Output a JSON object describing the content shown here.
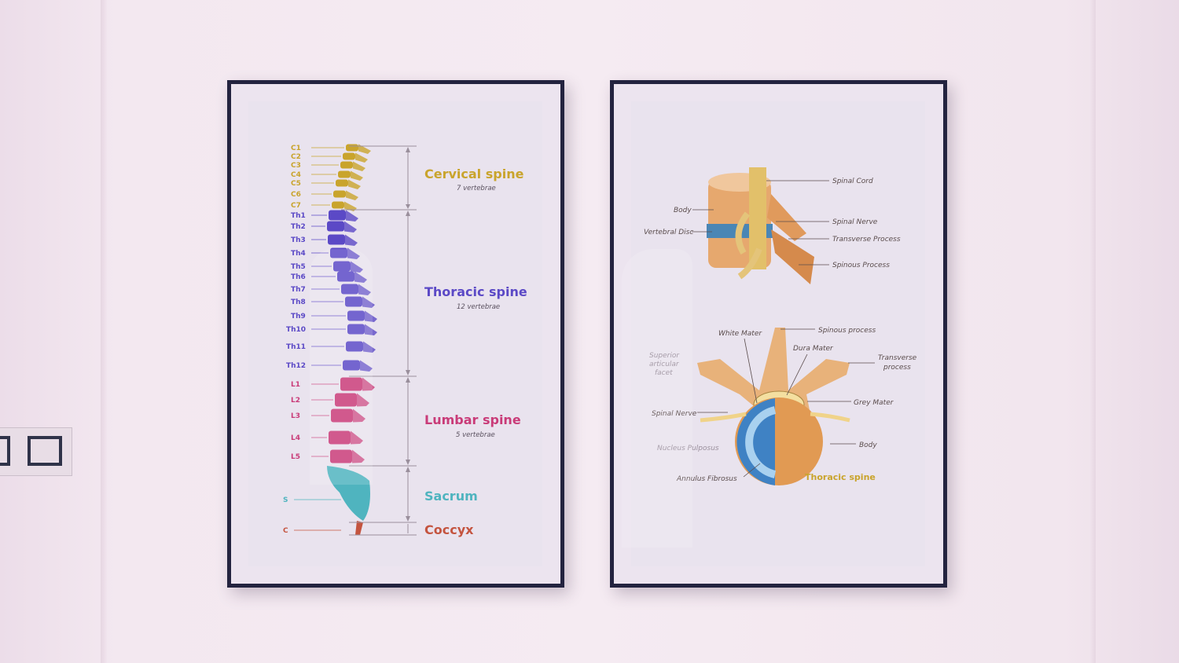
{
  "left_poster": {
    "labels": {
      "cervical": [
        "C1",
        "C2",
        "C3",
        "C4",
        "C5",
        "C6",
        "C7"
      ],
      "thoracic": [
        "Th1",
        "Th2",
        "Th3",
        "Th4",
        "Th5",
        "Th6",
        "Th7",
        "Th8",
        "Th9",
        "Th10",
        "Th11",
        "Th12"
      ],
      "lumbar": [
        "L1",
        "L2",
        "L3",
        "L4",
        "L5"
      ],
      "sacrum": "S",
      "coccyx": "C"
    },
    "sections": {
      "cervical": {
        "title": "Cervical spine",
        "subtitle": "7 vertebrae"
      },
      "thoracic": {
        "title": "Thoracic spine",
        "subtitle": "12 vertebrae"
      },
      "lumbar": {
        "title": "Lumbar spine",
        "subtitle": "5 vertebrae"
      },
      "sacrum": {
        "title": "Sacrum"
      },
      "coccyx": {
        "title": "Coccyx"
      }
    },
    "colors": {
      "cervical": "#c9a42c",
      "thoracic": "#5b49c6",
      "lumbar": "#c93b78",
      "sacrum": "#4fb4bf",
      "coccyx": "#c4543f"
    }
  },
  "right_poster": {
    "side_view": {
      "spinal_cord": "Spinal Cord",
      "body": "Body",
      "spinal_nerve": "Spinal Nerve",
      "vertebral_disc": "Vertebral Disc",
      "transverse_process": "Transverse Process",
      "spinous_process": "Spinous Process"
    },
    "top_view": {
      "spinous_process": "Spinous process",
      "white_mater": "White Mater",
      "dura_mater": "Dura Mater",
      "superior_articular_facet": [
        "Superior",
        "articular",
        "facet"
      ],
      "transverse_process": [
        "Transverse",
        "process"
      ],
      "spinal_nerve": "Spinal Nerve",
      "grey_mater": "Grey Mater",
      "nucleus_pulposus": "Nucleus Pulposus",
      "body": "Body",
      "annulus_fibrosus": "Annulus Fibrosus",
      "caption": "Thoracic spine"
    }
  }
}
